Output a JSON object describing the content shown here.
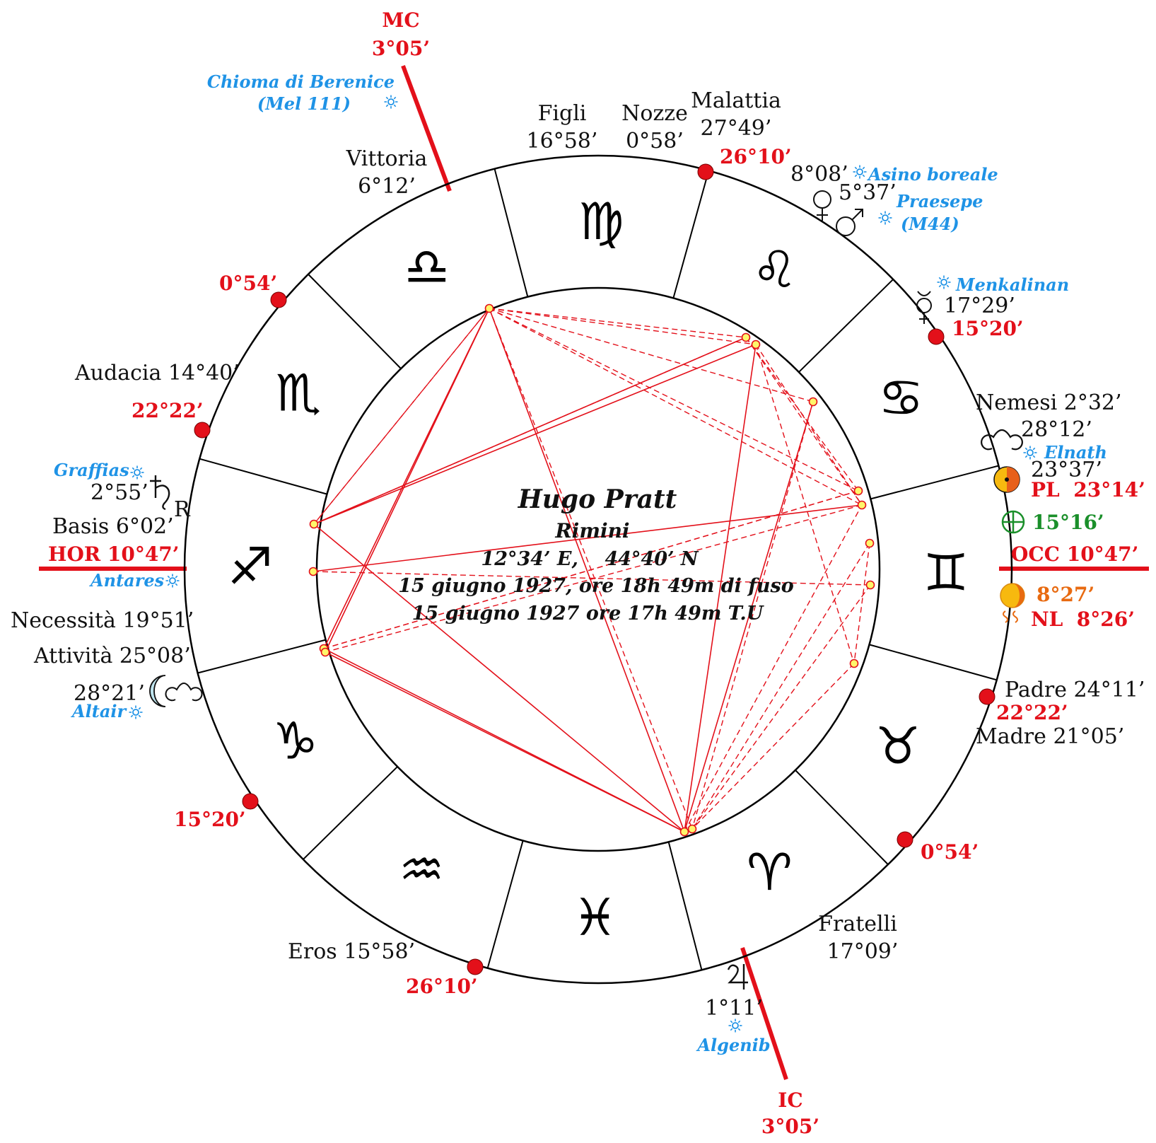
{
  "center": {
    "name": "Hugo Pratt",
    "place": "Rimini",
    "coords": "12°34’ E,    44°40’ N",
    "date_local": "15 giugno 1927, ore 18h 49m di fuso",
    "date_ut": "15 giugno 1927 ore 17h 49m T.U"
  },
  "axes": {
    "mc": {
      "label": "MC",
      "deg": "3°05’"
    },
    "ic": {
      "label": "IC",
      "deg": "3°05’"
    },
    "hor": "HOR 10°47’",
    "occ": "OCC 10°47’"
  },
  "signs": [
    "♍",
    "♌",
    "♋",
    "♊",
    "♉",
    "♈",
    "♓",
    "♒",
    "♑",
    "♐",
    "♏",
    "♎"
  ],
  "cusps_red": [
    "26°10’",
    "15°20’",
    "22°22’",
    "0°54’",
    "26°10’",
    "15°20’",
    "22°22’",
    "0°54’"
  ],
  "parts": {
    "figli": "Figli",
    "figli_deg": "16°58’",
    "nozze": "Nozze",
    "nozze_deg": "0°58’",
    "malattia": "Malattia",
    "malattia_deg": "27°49’",
    "vittoria": "Vittoria",
    "vittoria_deg": "6°12’",
    "audacia": "Audacia 14°40’",
    "basis": "Basis 6°02’",
    "necessita": "Necessità 19°51’",
    "attivita": "Attività 25°08’",
    "nemesi": "Nemesi 2°32’",
    "padre": "Padre 24°11’",
    "madre": "Madre 21°05’",
    "fratelli": "Fratelli",
    "fratelli_deg": "17°09’",
    "eros": "Eros 15°58’"
  },
  "planets": {
    "venus_deg": "8°08’",
    "mars_deg": "5°37’",
    "mercury_deg": "17°29’",
    "node_deg": "28°12’",
    "sun_deg": "23°37’",
    "moon_deg": "8°27’",
    "saturn_deg": "2°55’",
    "saturn_retro": "R",
    "moon_node_deg": "28°21’",
    "jupiter_deg": "1°11’",
    "fortune_deg": "15°16’",
    "pl": "PL  23°14’",
    "nl": "NL  8°26’"
  },
  "stars": {
    "chioma": "Chioma di Berenice",
    "mel": "(Mel 111)",
    "asino": "Asino boreale",
    "praesepe": "Praesepe",
    "m44": "(M44)",
    "menkalinan": "Menkalinan",
    "elnath": "Elnath",
    "graffias": "Graffias",
    "antares": "Antares",
    "altair": "Altair",
    "algenib": "Algenib"
  },
  "colors": {
    "red": "#e3101a",
    "blue": "#1f93e6",
    "green": "#1a8f2a",
    "orange": "#e86a10",
    "aspect_point": "#fff66b"
  },
  "icons": [
    "star-icon",
    "venus-icon",
    "mars-icon",
    "mercury-icon",
    "node-icon",
    "sun-icon",
    "moon-icon",
    "saturn-icon",
    "jupiter-icon",
    "part-of-fortune-icon"
  ]
}
